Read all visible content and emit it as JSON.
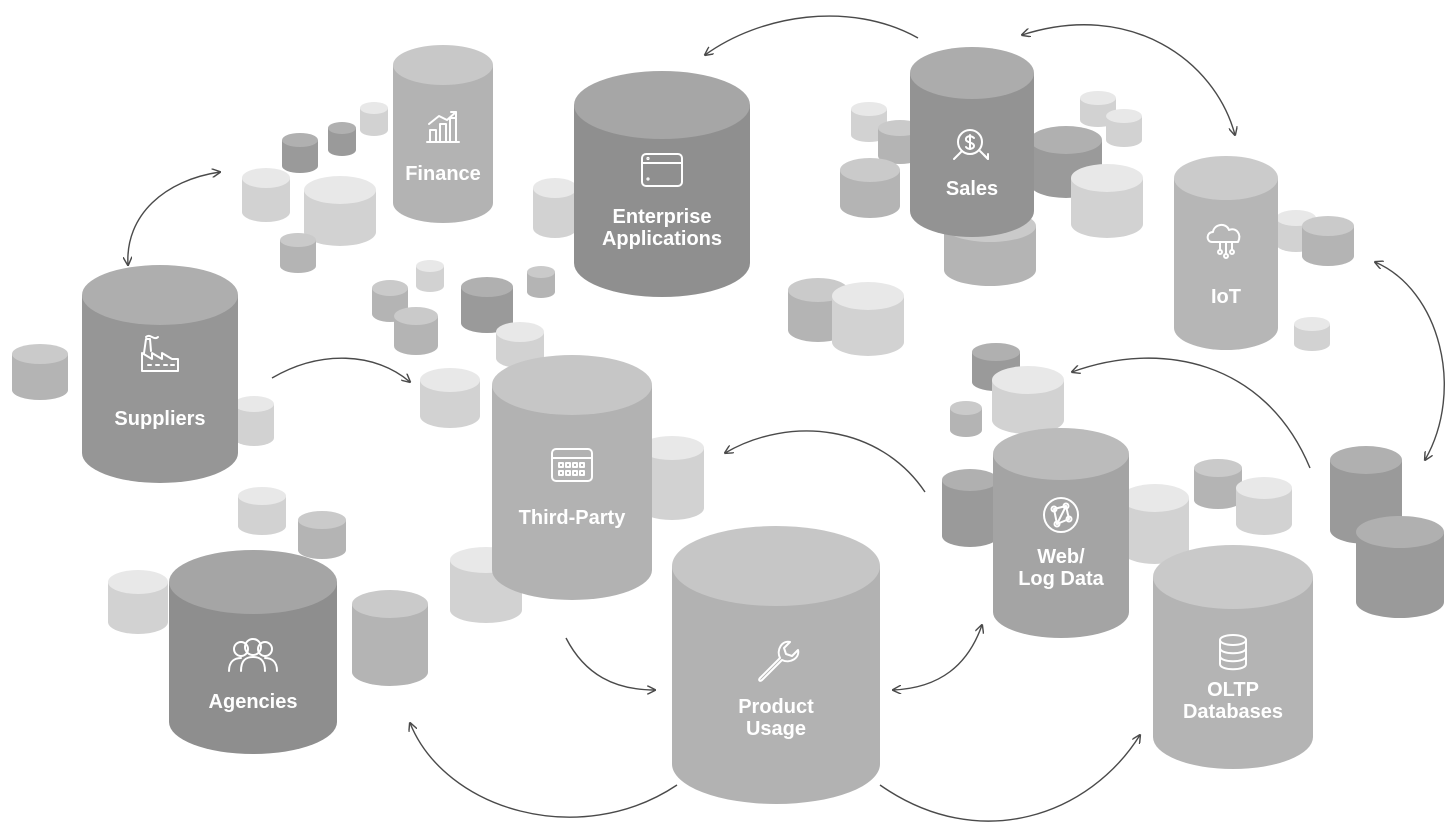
{
  "diagram": {
    "nodes": [
      {
        "id": "finance",
        "label_lines": [
          "Finance"
        ],
        "icon": "chart-growth-icon",
        "shade": "#b3b3b3",
        "top": "#c8c8c8"
      },
      {
        "id": "enterprise-applications",
        "label_lines": [
          "Enterprise",
          "Applications"
        ],
        "icon": "browser-window-icon",
        "shade": "#8f8f8f",
        "top": "#a6a6a6"
      },
      {
        "id": "sales",
        "label_lines": [
          "Sales"
        ],
        "icon": "dollar-search-icon",
        "shade": "#939393",
        "top": "#acacac"
      },
      {
        "id": "iot",
        "label_lines": [
          "IoT"
        ],
        "icon": "cloud-network-icon",
        "shade": "#b6b6b6",
        "top": "#cbcbcb"
      },
      {
        "id": "suppliers",
        "label_lines": [
          "Suppliers"
        ],
        "icon": "factory-icon",
        "shade": "#969696",
        "top": "#aeaeae"
      },
      {
        "id": "third-party",
        "label_lines": [
          "Third-Party"
        ],
        "icon": "calendar-grid-icon",
        "shade": "#b2b2b2",
        "top": "#c6c6c6"
      },
      {
        "id": "web-log-data",
        "label_lines": [
          "Web/",
          "Log Data"
        ],
        "icon": "network-globe-icon",
        "shade": "#a4a4a4",
        "top": "#bbbbbb"
      },
      {
        "id": "agencies",
        "label_lines": [
          "Agencies"
        ],
        "icon": "people-group-icon",
        "shade": "#8e8e8e",
        "top": "#a5a5a5"
      },
      {
        "id": "product-usage",
        "label_lines": [
          "Product",
          "Usage"
        ],
        "icon": "wrench-icon",
        "shade": "#b2b2b2",
        "top": "#c6c6c6"
      },
      {
        "id": "oltp-databases",
        "label_lines": [
          "OLTP",
          "Databases"
        ],
        "icon": "database-icon",
        "shade": "#b4b4b4",
        "top": "#c9c9c9"
      }
    ],
    "edges": [
      {
        "from": "sales",
        "to": "enterprise-applications",
        "direction": "single"
      },
      {
        "from": "sales",
        "to": "iot",
        "direction": "both"
      },
      {
        "from": "iot",
        "to": "web-log-data",
        "direction": "both"
      },
      {
        "from": "finance",
        "to": "suppliers",
        "direction": "both"
      },
      {
        "from": "suppliers",
        "to": "third-party",
        "direction": "single"
      },
      {
        "from": "web-log-data",
        "to": "third-party",
        "direction": "single"
      },
      {
        "from": "oltp-databases",
        "to": "web-log-data",
        "direction": "single"
      },
      {
        "from": "third-party",
        "to": "product-usage",
        "direction": "single"
      },
      {
        "from": "web-log-data",
        "to": "product-usage",
        "direction": "both"
      },
      {
        "from": "product-usage",
        "to": "agencies",
        "direction": "single"
      },
      {
        "from": "product-usage",
        "to": "oltp-databases",
        "direction": "single"
      }
    ],
    "palette": {
      "arrow": "#4a4a4a",
      "label": "#ffffff",
      "decor_dark": "#9a9a9a",
      "decor_mid": "#b4b4b4",
      "decor_light": "#d2d2d2"
    }
  }
}
